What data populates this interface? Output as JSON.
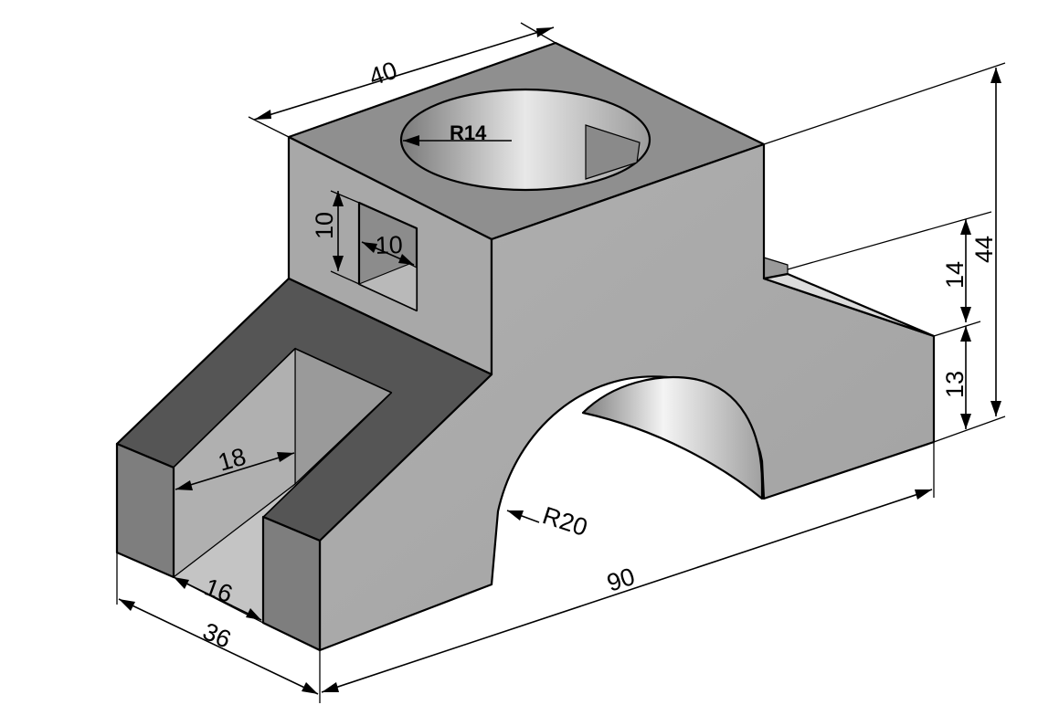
{
  "dimensions": {
    "top_width": "40",
    "bore_radius": "R14",
    "window_height": "10",
    "window_width": "10",
    "slot_width": "18",
    "slot_depth": "16",
    "base_depth": "36",
    "base_length": "90",
    "arch_radius": "R20",
    "upper_height": "14",
    "base_height": "13",
    "total_height": "44"
  },
  "colors": {
    "top_face": "#8f8f8f",
    "front_face": "#b4b4b4",
    "side_face": "#a6a6a6",
    "dark_face": "#555555",
    "slot_floor": "#c8c8c8",
    "edge": "#000000"
  }
}
